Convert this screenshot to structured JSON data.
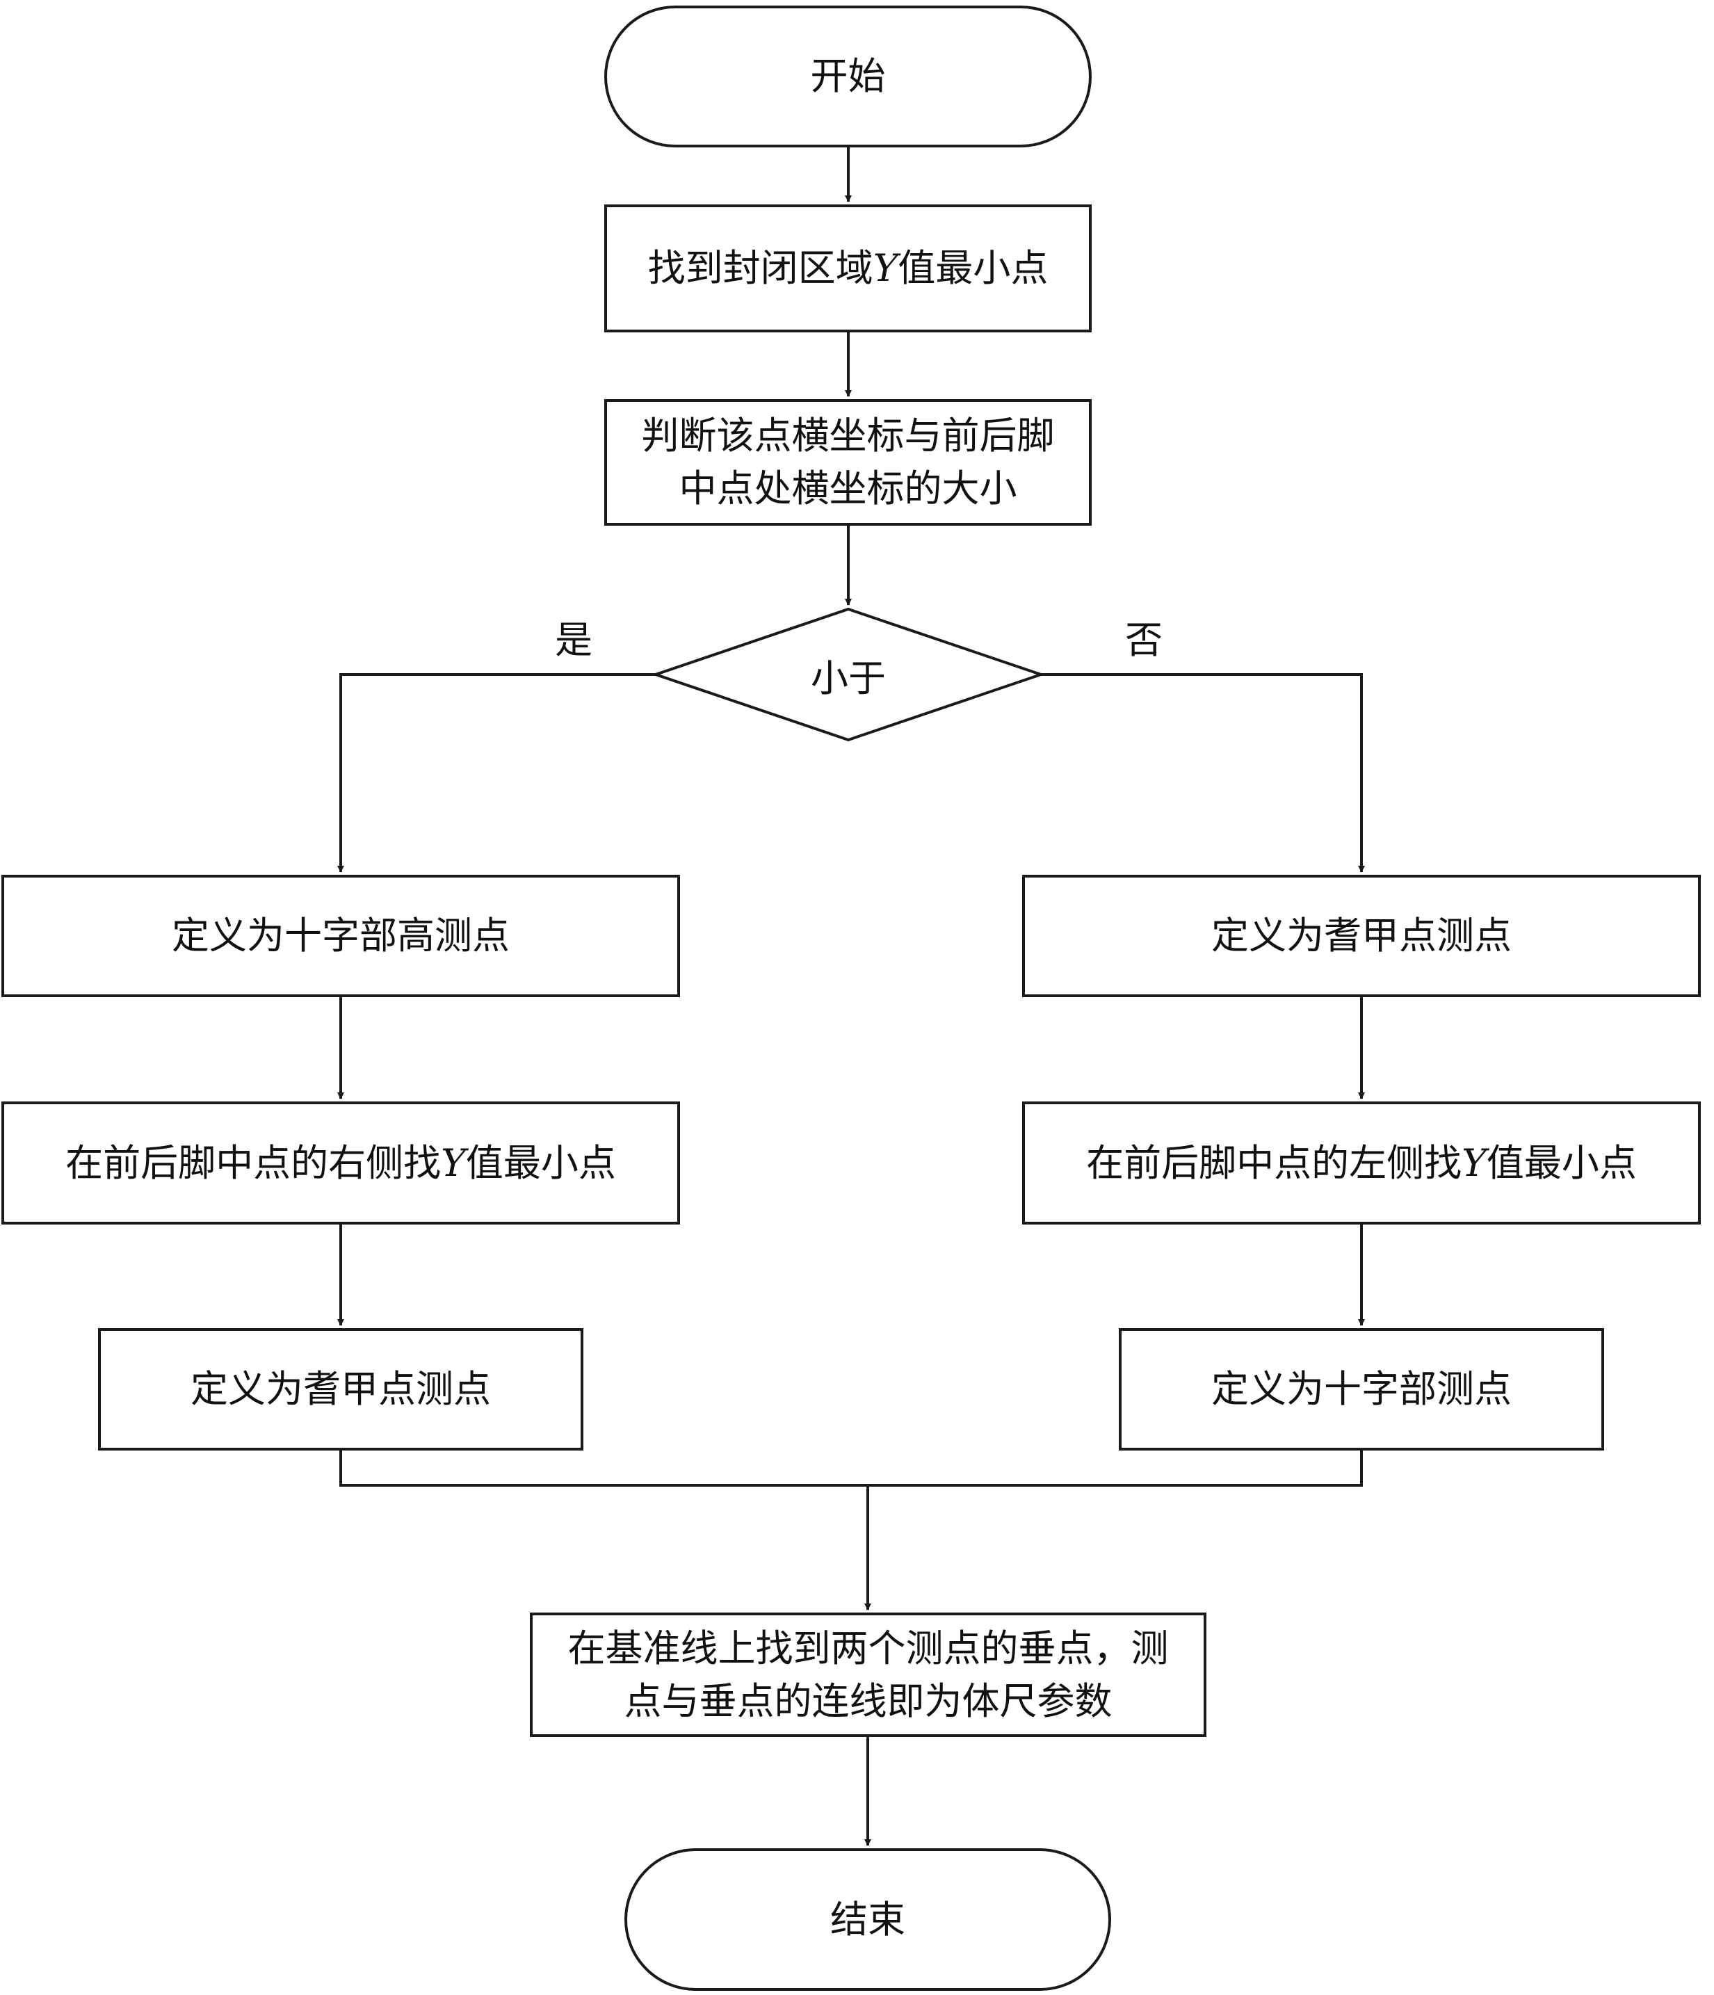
{
  "start": "开始",
  "step1": {
    "pre": "找到封闭区域",
    "var": "Y",
    "post": "值最小点"
  },
  "step2": {
    "line1": "判断该点横坐标与前后脚",
    "line2": "中点处横坐标的大小"
  },
  "decision": "小于",
  "yes_label": "是",
  "no_label": "否",
  "left": {
    "step1": "定义为十字部高测点",
    "step2": {
      "pre": "在前后脚中点的右侧找",
      "var": "Y",
      "post": "值最小点"
    },
    "step3": "定义为耆甲点测点"
  },
  "right": {
    "step1": "定义为耆甲点测点",
    "step2": {
      "pre": "在前后脚中点的左侧找",
      "var": "Y",
      "post": "值最小点"
    },
    "step3": "定义为十字部测点"
  },
  "final": {
    "line1": "在基准线上找到两个测点的垂点，测",
    "line2": "点与垂点的连线即为体尺参数"
  },
  "end": "结束",
  "colors": {
    "stroke": "#1a1a1a",
    "text": "#111111",
    "background": "#ffffff"
  }
}
